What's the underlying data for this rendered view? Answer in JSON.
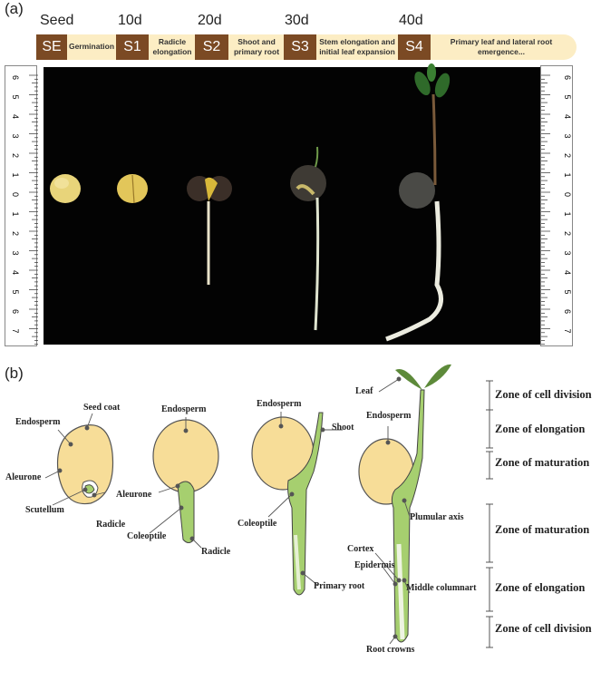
{
  "panels": {
    "a": "(a)",
    "b": "(b)"
  },
  "timeline": {
    "days": [
      "Seed",
      "10d",
      "20d",
      "30d",
      "40d"
    ],
    "stages": [
      "SE",
      "S1",
      "S2",
      "S3",
      "S4"
    ],
    "transitions": [
      "Germination",
      "Radicle elongation",
      "Shoot and primary root",
      "Stem elongation and initial leaf expansion",
      "Primary leaf and lateral root emergence..."
    ]
  },
  "ruler": {
    "ticks": [
      "6",
      "5",
      "4",
      "3",
      "2",
      "1",
      "0",
      "1",
      "2",
      "3",
      "4",
      "5",
      "6",
      "7"
    ]
  },
  "diagram_labels": {
    "d1": {
      "endosperm": "Endosperm",
      "seed_coat": "Seed coat",
      "aleurone": "Aleurone",
      "scutellum": "Scutellum",
      "radicle": "Radicle"
    },
    "d2": {
      "endosperm": "Endosperm",
      "aleurone": "Aleurone",
      "coleoptile": "Coleoptile",
      "radicle": "Radicle"
    },
    "d3": {
      "endosperm": "Endosperm",
      "shoot": "Shoot",
      "coleoptile": "Coleoptile",
      "primary_root": "Primary root"
    },
    "d4": {
      "leaf": "Leaf",
      "endosperm": "Endosperm",
      "plumular_axis": "Plumular axis",
      "cortex": "Cortex",
      "epidermis": "Epidermis",
      "middle_columnart": "Middle columnart",
      "root_crowns": "Root crowns"
    }
  },
  "zones": [
    "Zone of cell division",
    "Zone of elongation",
    "Zone of maturation",
    "Zone of maturation",
    "Zone of elongation",
    "Zone of cell division"
  ],
  "colors": {
    "badge": "#7b4a24",
    "bar": "#fcedc4",
    "endosperm": "#f7dd98",
    "tissue": "#a6cf6f",
    "photo_bg": "#030303"
  }
}
